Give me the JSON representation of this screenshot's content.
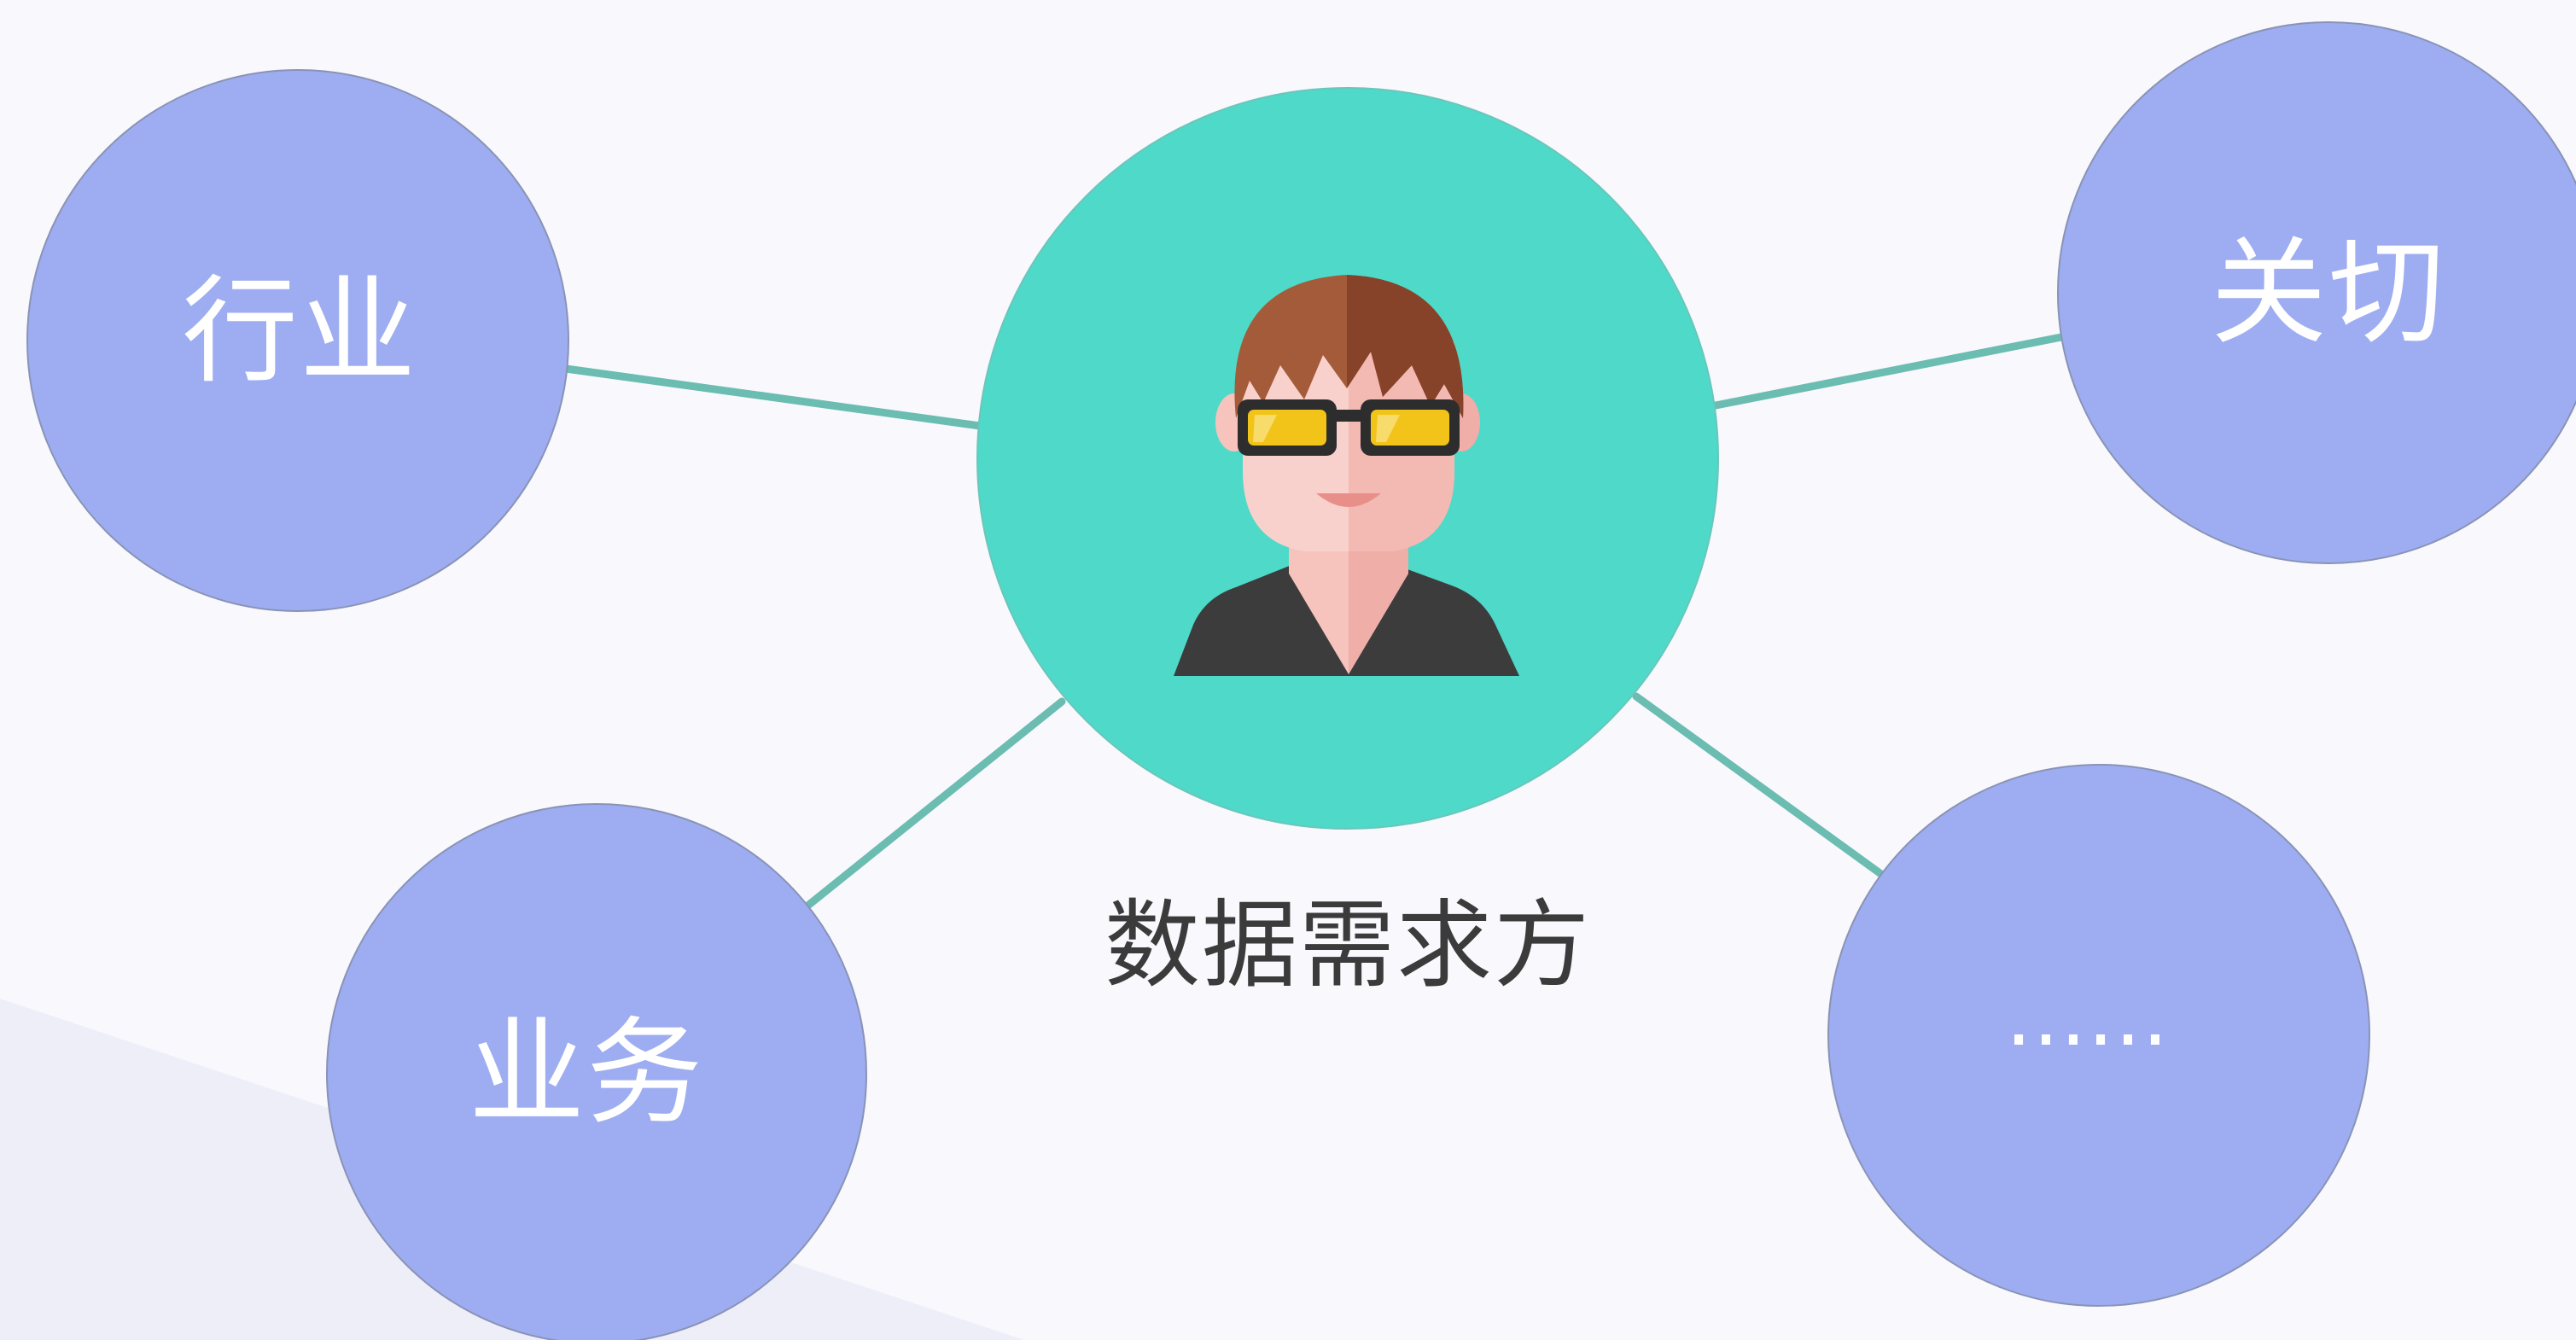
{
  "diagram": {
    "center": {
      "caption": "数据需求方",
      "avatar_icon": "person-with-sunglasses-icon",
      "fill": "#4fd9c9"
    },
    "nodes": [
      {
        "id": "hangye",
        "label": "行业"
      },
      {
        "id": "yewu",
        "label": "业务"
      },
      {
        "id": "guanqie",
        "label": "关切"
      },
      {
        "id": "more",
        "label": "……"
      }
    ],
    "colors": {
      "node_fill": "#9eadf1",
      "connector": "#6bbcb1",
      "background": "#f8f8fd"
    }
  }
}
